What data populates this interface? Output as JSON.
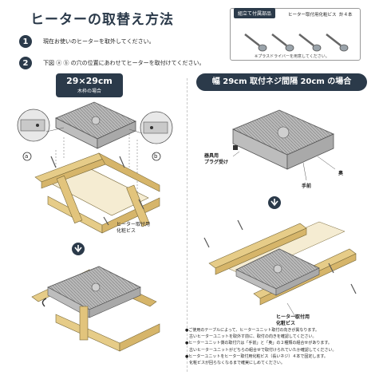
{
  "title": "ヒーターの取替え方法",
  "steps": [
    {
      "num": "1",
      "text": "現在お使いのヒーターを取外してください。"
    },
    {
      "num": "2",
      "text": "下図 ⓐ ⓑ の穴の位置にあわせてヒーターを取付けてください。"
    }
  ],
  "parts": {
    "tag": "組立て付属部品",
    "item": "ヒーター取付用化粧ビス",
    "count": "計４本",
    "note": "※プラスドライバーを用意してください。"
  },
  "left_section": {
    "size": "29×29cm",
    "sub": "木枠の場合",
    "label_a": "a",
    "label_b": "b",
    "screw_label_1": "ヒーター取付用",
    "screw_label_2": "化粧ビス"
  },
  "right_section": {
    "header": "幅 29cm 取付ネジ間隔 20cm の場合",
    "plug_label_1": "器具用",
    "plug_label_2": "プラグ受け",
    "back_label": "奥",
    "front_label": "手前",
    "screw_label_1": "ヒーター取付用",
    "screw_label_2": "化粧ビス"
  },
  "notes": [
    "●ご使用のテーブルによって、ヒーターユニット取付の向きが異なります。",
    "　古いヒーターユニットを取外す前に、取付の向きを確認してください。",
    "●ヒーターユニット側の取付穴は「手前」と「奥」の２種類の組合せがあります。",
    "　古いヒーターユニットがどちらの組合せで取付けられていたか確認してください。",
    "●ヒーターユニットをヒーター取付用化粧ビス（長いネジ）４本で固定します。",
    "　化粧ビスが回らなくなるまで確実にしめてください。"
  ]
}
